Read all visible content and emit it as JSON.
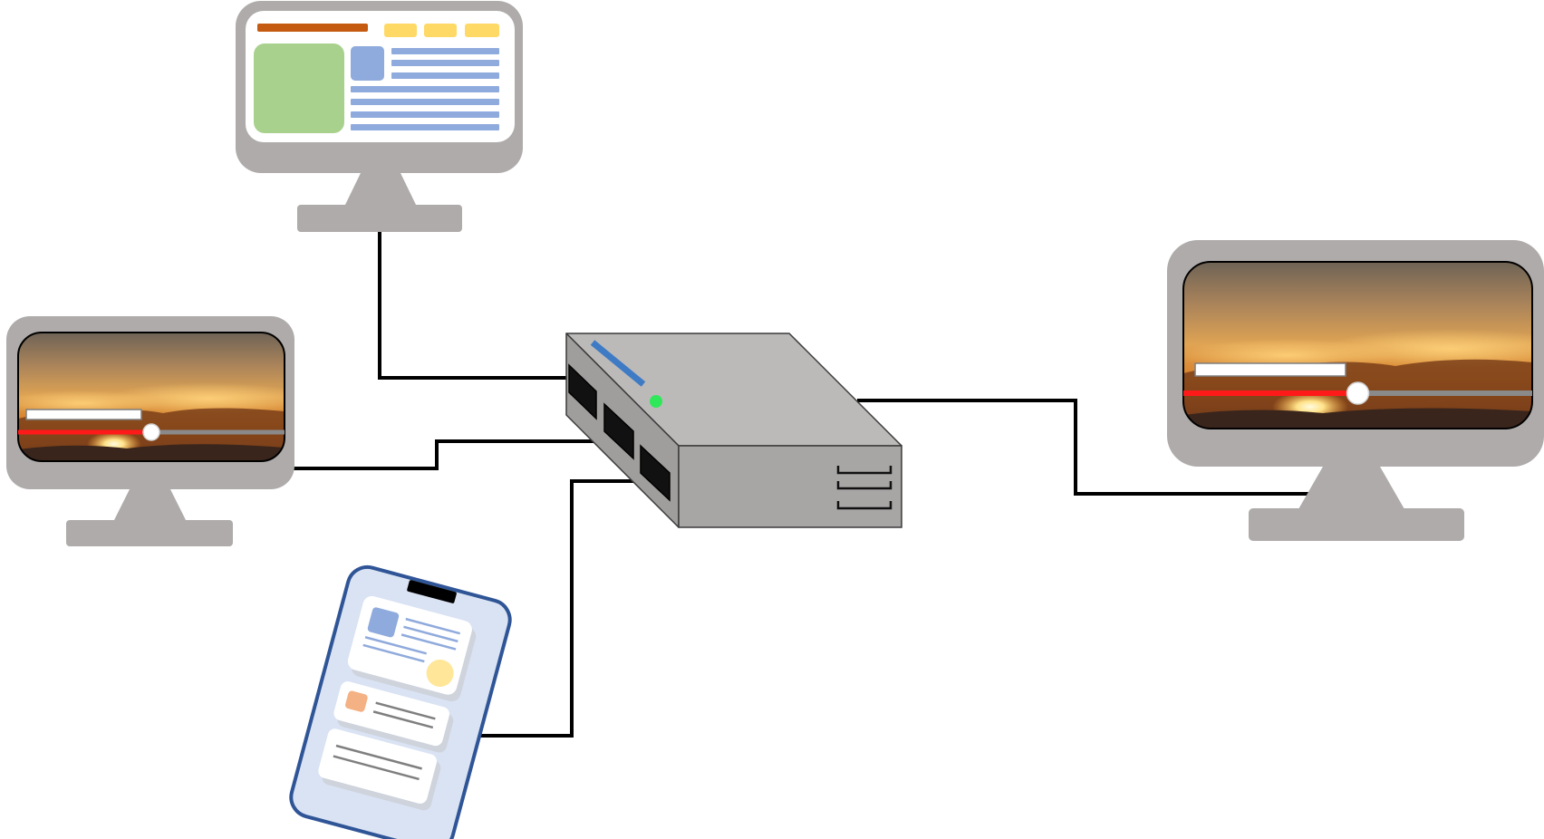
{
  "diagram": {
    "type": "network-topology",
    "hub": {
      "icon": "network-switch-icon",
      "port_count": 3,
      "status_led": "on",
      "colors": {
        "top": "#bcbab9",
        "front": "#a8a6a5",
        "side": "#a09e9d",
        "accent_stripe": "#3e7bc4",
        "led": "#2ee85a"
      }
    },
    "devices": [
      {
        "id": "desktop-top",
        "icon": "desktop-monitor-icon",
        "screen": "webpage-layout",
        "connected_to": "hub"
      },
      {
        "id": "desktop-left",
        "icon": "desktop-monitor-icon",
        "screen": "video-player-sunset",
        "connected_to": "hub"
      },
      {
        "id": "desktop-right",
        "icon": "desktop-monitor-icon",
        "screen": "video-player-sunset",
        "connected_to": "hub"
      },
      {
        "id": "smartphone",
        "icon": "smartphone-icon",
        "screen": "app-cards",
        "connected_to": "hub"
      }
    ],
    "video_players": {
      "progress_fraction": 0.5
    },
    "colors": {
      "monitor_frame": "#aeabaa",
      "cable": "#000000",
      "progress_played": "#ff1a1a",
      "progress_remaining": "#8a8a8a",
      "webpage_header": "#c55a11",
      "webpage_buttons": "#ffd966",
      "webpage_image": "#a9d18e",
      "webpage_text": "#8faadc",
      "phone_frame": "#2f5597",
      "phone_screen": "#dae3f3"
    }
  }
}
